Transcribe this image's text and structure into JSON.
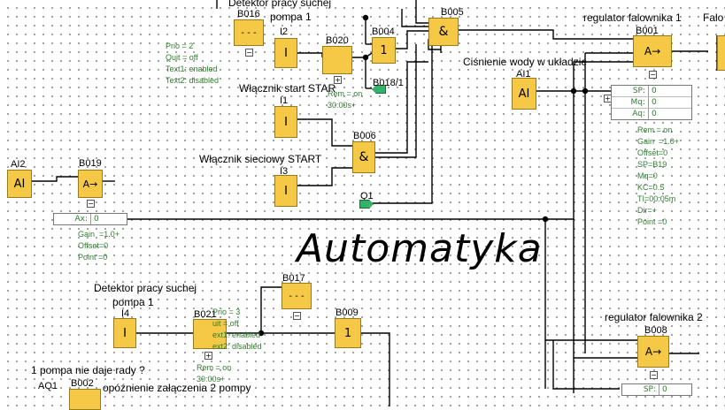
{
  "watermark": "Automatyka",
  "labels": {
    "detector_top": "Detektor pracy suchej",
    "pump1_top": "pompa 1",
    "regulator1": "regulator falownika 1",
    "falo": "Falo",
    "pressure": "Ciśnienie wody w układzie",
    "start_switch": "Włącznik start STAR",
    "mains_switch": "Włącznik sieciowy START",
    "detector_bottom": "Detektor pracy suchej",
    "pump1_bottom": "pompa 1",
    "regulator2": "regulator falownika 2",
    "not_coping": "1 pompa nie daje rady ?",
    "delay": "opóźnienie załączenia 2 pompy"
  },
  "blocks": {
    "b016": {
      "id": "B016",
      "sym": "- - -"
    },
    "i2": {
      "id": "I2",
      "sym": "I"
    },
    "b020": {
      "id": "B020"
    },
    "b004": {
      "id": "B004",
      "sym": "1"
    },
    "b005": {
      "id": "B005",
      "sym": "&"
    },
    "b001": {
      "id": "B001",
      "sym": "A→"
    },
    "b018": {
      "id": "B018/1"
    },
    "ai1": {
      "id": "AI1",
      "sym": "AI"
    },
    "i1": {
      "id": "I1",
      "sym": "I"
    },
    "b006": {
      "id": "B006",
      "sym": "&"
    },
    "i3": {
      "id": "I3",
      "sym": "I"
    },
    "q1": {
      "id": "Q1"
    },
    "ai2": {
      "id": "AI2",
      "sym": "AI"
    },
    "b019": {
      "id": "B019",
      "sym": "A→"
    },
    "b017": {
      "id": "B017",
      "sym": "- - -"
    },
    "i4": {
      "id": "I4",
      "sym": "I"
    },
    "b021": {
      "id": "B021"
    },
    "b009": {
      "id": "B009",
      "sym": "1"
    },
    "b008": {
      "id": "B008",
      "sym": "A→"
    },
    "aq1": {
      "id": "AQ1"
    },
    "b002": {
      "id": "B002"
    }
  },
  "params": {
    "b020": "Prio = 2\nQuit = off\nText1: enabled\nText2: disabled",
    "b020_rem": "Rem = on\n30:00s+",
    "b021": "Prio = 3\nuit = off\next1: enabled\next2: disabled",
    "b021_rem": "Rem = on\n30:00s+",
    "b001": "Rem = on\nGain  =1.0+\nOffset=0\nSP=B19\nMq=0\nKC=0.5\nTI=00:05m\nDir=+\nPoint =0",
    "b019": "Gain  =1.0+\nOffset=0\nPoint =0"
  },
  "tables": {
    "b001": [
      {
        "k": "SP:",
        "v": "0"
      },
      {
        "k": "Mq:",
        "v": "0"
      },
      {
        "k": "Aq:",
        "v": "0"
      }
    ],
    "b019": [
      {
        "k": "Ax:",
        "v": "0"
      }
    ],
    "b008": [
      {
        "k": "SP:",
        "v": "0"
      }
    ]
  }
}
